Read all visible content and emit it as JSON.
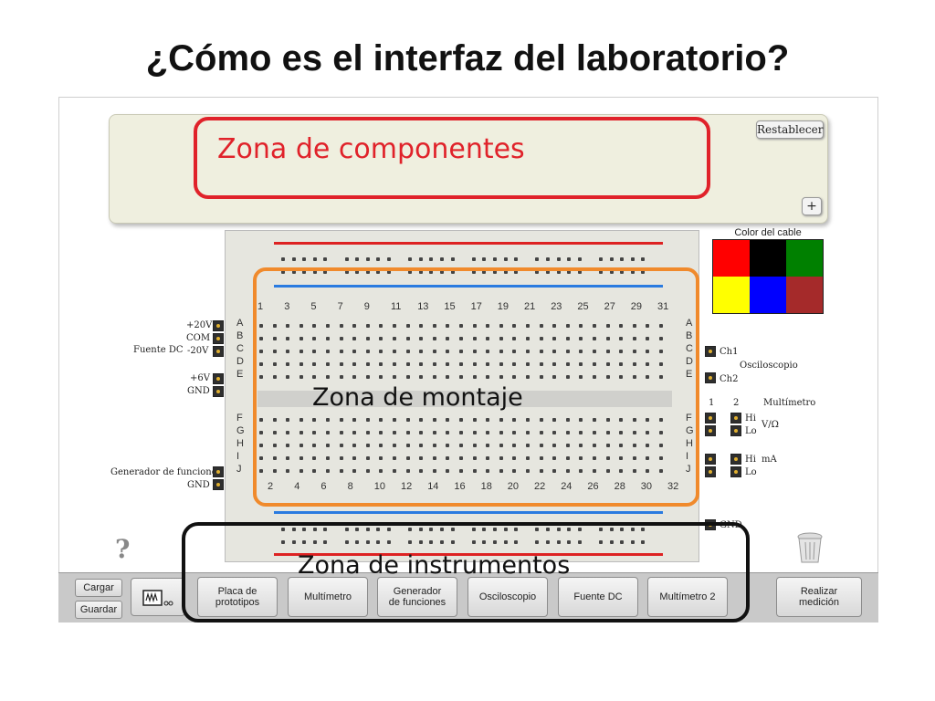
{
  "slide": {
    "title": "¿Cómo es el interfaz del laboratorio?"
  },
  "components_panel": {
    "reset_label": "Restablecer",
    "add_label": "+"
  },
  "annotations": {
    "components": "Zona de componentes",
    "assembly": "Zona de montaje",
    "instruments": "Zona de instrumentos"
  },
  "breadboard": {
    "top_numbers": [
      "1",
      "3",
      "5",
      "7",
      "9",
      "11",
      "13",
      "15",
      "17",
      "19",
      "21",
      "23",
      "25",
      "27",
      "29",
      "31"
    ],
    "bottom_numbers": [
      "2",
      "4",
      "6",
      "8",
      "10",
      "12",
      "14",
      "16",
      "18",
      "20",
      "22",
      "24",
      "26",
      "28",
      "30",
      "32"
    ],
    "rows_top": [
      "A",
      "B",
      "C",
      "D",
      "E"
    ],
    "rows_bottom": [
      "F",
      "G",
      "H",
      "I",
      "J"
    ]
  },
  "left_labels": {
    "plus20": "+20V",
    "com": "COM",
    "minus20": "-20V",
    "dc_source": "Fuente DC",
    "plus6": "+6V",
    "gnd1": "GND",
    "func_gen": "Generador de funciones",
    "gnd2": "GND"
  },
  "right_labels": {
    "ch1": "Ch1",
    "ch2": "Ch2",
    "oscilloscope": "Osciloscopio",
    "one": "1",
    "two": "2",
    "multimeter": "Multímetro",
    "hi1": "Hi",
    "lo1": "Lo",
    "vohm": "V/Ω",
    "hi2": "Hi",
    "lo2": "Lo",
    "ma": "mA",
    "gnd": "GND"
  },
  "cable_colors": {
    "title": "Color del cable",
    "swatches": [
      "#ff0000",
      "#000000",
      "#008000",
      "#ffff00",
      "#0000ff",
      "#a52a2a"
    ]
  },
  "help": {
    "symbol": "?"
  },
  "toolbar": {
    "load": "Cargar",
    "save": "Guardar",
    "buttons": {
      "breadboard": "Placa de\nprototipos",
      "multimeter": "Multímetro",
      "func_gen": "Generador\nde funciones",
      "oscilloscope": "Osciloscopio",
      "dc_source": "Fuente DC",
      "multimeter2": "Multímetro 2",
      "measure": "Realizar\nmedición"
    }
  }
}
